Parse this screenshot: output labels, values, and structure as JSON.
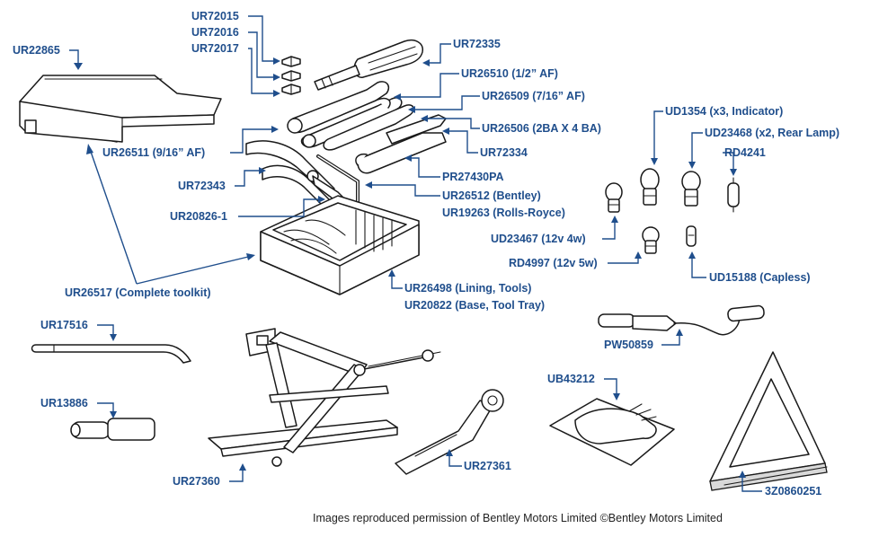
{
  "labels": {
    "ur22865": "UR22865",
    "ur72015": "UR72015",
    "ur72016": "UR72016",
    "ur72017": "UR72017",
    "ur72335": "UR72335",
    "ur26510": "UR26510 (1/2” AF)",
    "ur26509": "UR26509 (7/16” AF)",
    "ur26506": "UR26506 (2BA X 4 BA)",
    "ur72334": "UR72334",
    "ur26511": "UR26511 (9/16” AF)",
    "ur72343": "UR72343",
    "pr27430pa": "PR27430PA",
    "ur26512": "UR26512 (Bentley)",
    "ur19263": "UR19263 (Rolls-Royce)",
    "ur20826": "UR20826-1",
    "ur26517": "UR26517 (Complete toolkit)",
    "ur26498": "UR26498 (Lining, Tools)",
    "ur20822": "UR20822 (Base, Tool Tray)",
    "ud1354": "UD1354 (x3, Indicator)",
    "ud23468": "UD23468 (x2, Rear Lamp)",
    "rd4241": "RD4241",
    "ud23467": "UD23467 (12v 4w)",
    "rd4997": "RD4997 (12v 5w)",
    "ud15188": "UD15188 (Capless)",
    "ur17516": "UR17516",
    "ur13886": "UR13886",
    "pw50859": "PW50859",
    "ub43212": "UB43212",
    "ur27360": "UR27360",
    "ur27361": "UR27361",
    "z0860251": "3Z0860251"
  },
  "credit": "Images reproduced permission of Bentley Motors Limited ©Bentley Motors Limited",
  "colors": {
    "label": "#1f4e8c",
    "ink": "#1a1a1a",
    "credit": "#222222"
  }
}
